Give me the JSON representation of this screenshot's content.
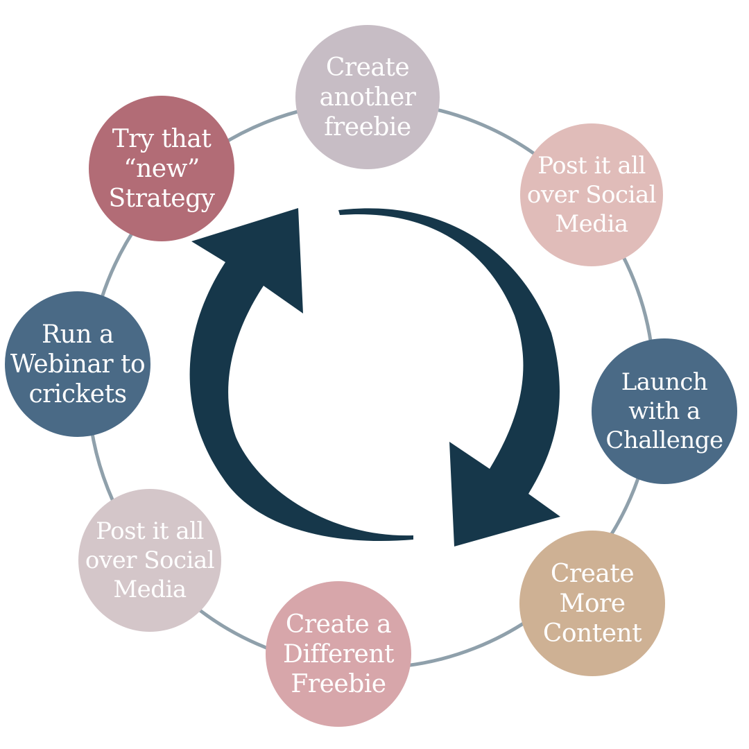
{
  "colors": {
    "ring": "#8fa0ab",
    "arrow": "#16374a",
    "background": "#ffffff"
  },
  "nodes": [
    {
      "id": "create-another-freebie",
      "label": "Create\nanother\nfreebie",
      "color": "#c7bdc5"
    },
    {
      "id": "post-social-1",
      "label": "Post it all\nover  Social\nMedia",
      "color": "#e0bcb9"
    },
    {
      "id": "launch-challenge",
      "label": "Launch\nwith a\nChallenge",
      "color": "#4a6a86"
    },
    {
      "id": "create-more-content",
      "label": "Create\nMore\nContent",
      "color": "#ceb194"
    },
    {
      "id": "create-different-freebie",
      "label": "Create a\nDifferent\nFreebie",
      "color": "#d7a6aa"
    },
    {
      "id": "post-social-2",
      "label": "Post it all\nover  Social\nMedia",
      "color": "#d4c6c9"
    },
    {
      "id": "run-webinar",
      "label": "Run a\nWebinar to\ncrickets",
      "color": "#4a6a86"
    },
    {
      "id": "try-new-strategy",
      "label": "Try that\n“new”\nStrategy",
      "color": "#b26c76"
    }
  ]
}
